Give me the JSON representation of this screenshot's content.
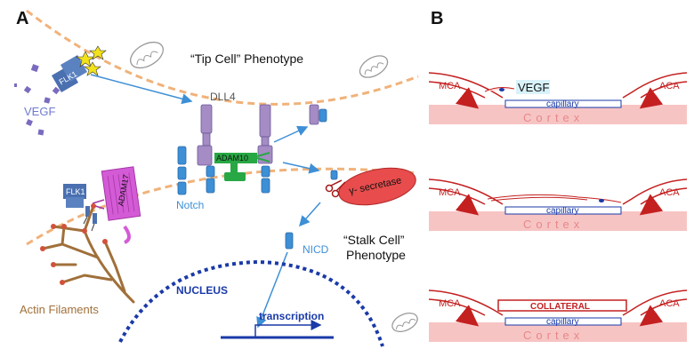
{
  "panel_a": {
    "label": "A",
    "tip_cell": "“Tip Cell” Phenotype",
    "stalk_cell_line1": "“Stalk Cell”",
    "stalk_cell_line2": "Phenotype",
    "dll4": "DLL4",
    "notch": "Notch",
    "adam10": "ADAM10",
    "adam17": "ADAM17",
    "flk1_top": "FLK1",
    "flk1_left": "FLK1",
    "vegf": "VEGF",
    "gamma_secretase": "γ- secretase",
    "nicd": "NICD",
    "nucleus": "NUCLEUS",
    "transcription": "transcription",
    "actin": "Actin Filaments"
  },
  "panel_b": {
    "label": "B",
    "rows": [
      {
        "mca": "MCA",
        "aca": "ACA",
        "capillary": "capillary",
        "cortex": "Cortex",
        "extra": "VEGF"
      },
      {
        "mca": "MCA",
        "aca": "ACA",
        "capillary": "capillary",
        "cortex": "Cortex"
      },
      {
        "mca": "MCA",
        "aca": "ACA",
        "capillary": "capillary",
        "cortex": "Cortex",
        "extra": "COLLATERAL"
      }
    ]
  },
  "colors": {
    "membrane": "#f0b27a",
    "receptor_purple": "#a58cc4",
    "notch_blue": "#3d8fd6",
    "adam10_green": "#27a844",
    "adam17_magenta": "#d45bd6",
    "secretase_red": "#e84c4c",
    "nucleus_blue": "#1a3aa8",
    "actin_brown": "#a0703a",
    "vessel_red": "#c42020",
    "cortex_pink": "#f7c4c4"
  }
}
